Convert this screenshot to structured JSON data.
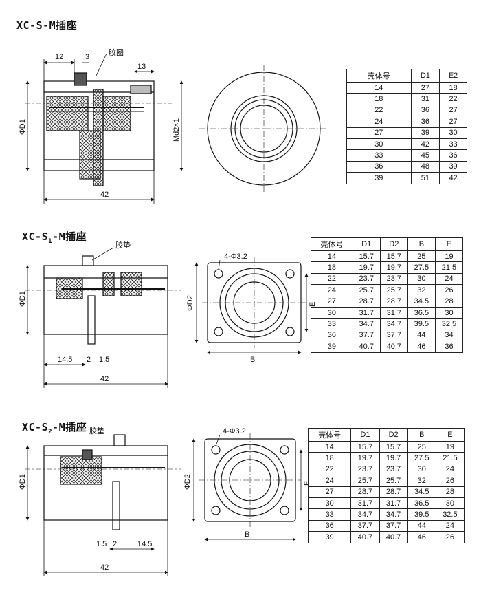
{
  "sections": [
    {
      "title_main": "XC-S-M插座",
      "labels": {
        "dim_a": "12",
        "dim_b": "3",
        "dim_c": "13",
        "dim_len": "42",
        "gasket": "胶圈",
        "d1": "ΦD1",
        "thread": "Md2×1"
      },
      "table": {
        "headers": [
          "壳体号",
          "D1",
          "E2"
        ],
        "rows": [
          [
            "14",
            "27",
            "18"
          ],
          [
            "18",
            "31",
            "22"
          ],
          [
            "22",
            "36",
            "27"
          ],
          [
            "24",
            "36",
            "27"
          ],
          [
            "27",
            "39",
            "30"
          ],
          [
            "30",
            "42",
            "33"
          ],
          [
            "33",
            "45",
            "36"
          ],
          [
            "36",
            "48",
            "39"
          ],
          [
            "39",
            "51",
            "42"
          ]
        ]
      }
    },
    {
      "title_prefix": "XC-S",
      "title_sub": "1",
      "title_suffix": "-M插座",
      "labels": {
        "gasket": "胶垫",
        "holes": "4-Φ3.2",
        "d1": "ΦD1",
        "d2": "ΦD2",
        "e": "E",
        "b": "B",
        "dim_a": "14.5",
        "dim_b": "2",
        "dim_c": "1.5",
        "dim_len": "42"
      },
      "table": {
        "headers": [
          "壳体号",
          "D1",
          "D2",
          "B",
          "E"
        ],
        "rows": [
          [
            "14",
            "15.7",
            "15.7",
            "25",
            "19"
          ],
          [
            "18",
            "19.7",
            "19.7",
            "27.5",
            "21.5"
          ],
          [
            "22",
            "23.7",
            "23.7",
            "30",
            "24"
          ],
          [
            "24",
            "25.7",
            "25.7",
            "32",
            "26"
          ],
          [
            "27",
            "28.7",
            "28.7",
            "34.5",
            "28"
          ],
          [
            "30",
            "31.7",
            "31.7",
            "36.5",
            "30"
          ],
          [
            "33",
            "34.7",
            "34.7",
            "39.5",
            "32.5"
          ],
          [
            "36",
            "37.7",
            "37.7",
            "44",
            "34"
          ],
          [
            "39",
            "40.7",
            "40.7",
            "46",
            "36"
          ]
        ]
      }
    },
    {
      "title_prefix": "XC-S",
      "title_sub": "2",
      "title_suffix": "-M插座",
      "labels": {
        "gasket": "胶垫",
        "holes": "4-Φ3.2",
        "d1": "ΦD1",
        "d2": "ΦD2",
        "e": "E",
        "b": "B",
        "dim_a": "1.5",
        "dim_b": "2",
        "dim_c": "14.5",
        "dim_len": "42"
      },
      "table": {
        "headers": [
          "壳体号",
          "D1",
          "D2",
          "B",
          "E"
        ],
        "rows": [
          [
            "14",
            "15.7",
            "15.7",
            "25",
            "19"
          ],
          [
            "18",
            "19.7",
            "19.7",
            "27.5",
            "21.5"
          ],
          [
            "22",
            "23.7",
            "23.7",
            "30",
            "24"
          ],
          [
            "24",
            "25.7",
            "25.7",
            "32",
            "26"
          ],
          [
            "27",
            "28.7",
            "28.7",
            "34.5",
            "28"
          ],
          [
            "30",
            "31.7",
            "31.7",
            "36.5",
            "30"
          ],
          [
            "33",
            "34.7",
            "34.7",
            "39.5",
            "32.5"
          ],
          [
            "36",
            "37.7",
            "37.7",
            "44",
            "24"
          ],
          [
            "39",
            "40.7",
            "40.7",
            "46",
            "26"
          ]
        ]
      }
    }
  ]
}
